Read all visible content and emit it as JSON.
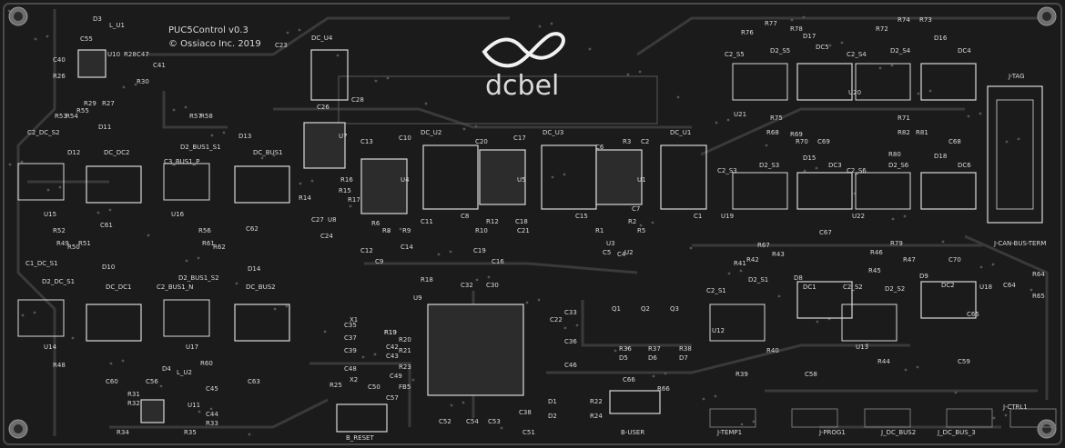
{
  "board": {
    "title": "PUC5Control v0.3",
    "copyright": "© Ossiaco Inc. 2019",
    "brand": "dcbel",
    "logo_icon": "infinity-loop-logo",
    "colors": {
      "background": "#1b1b1b",
      "silkscreen": "#d9d9d9",
      "trace": "#3a3a3a",
      "copper_fill": "#262626"
    }
  },
  "labels": [
    "D3",
    "L_U1",
    "C55",
    "U10",
    "R28",
    "C47",
    "C40",
    "R26",
    "R29",
    "R27",
    "C41",
    "R30",
    "DC_U4",
    "C23",
    "C28",
    "C26",
    "U7",
    "C13",
    "C10",
    "DC_U2",
    "C20",
    "C17",
    "DC_U3",
    "C6",
    "R3",
    "C2",
    "DC_U1",
    "U4",
    "U5",
    "U1",
    "R6",
    "R8",
    "R9",
    "C12",
    "C14",
    "C9",
    "C8",
    "R10",
    "R12",
    "C18",
    "C19",
    "C16",
    "C11",
    "C21",
    "C15",
    "R1",
    "R2",
    "R5",
    "U3",
    "C5",
    "C4",
    "U2",
    "C7",
    "C1",
    "R14",
    "R15",
    "R16",
    "R17",
    "C27",
    "U8",
    "C24",
    "R53",
    "R54",
    "R55",
    "D11",
    "C2_DC_S2",
    "D12",
    "DC_DC2",
    "U15",
    "C61",
    "R52",
    "R57",
    "R58",
    "D13",
    "D2_BUS1_S1",
    "DC_BUS1",
    "C3_BUS1_P",
    "U16",
    "R56",
    "C62",
    "R49",
    "R50",
    "R51",
    "D10",
    "C1_DC_S1",
    "D2_DC_S1",
    "DC_DC1",
    "U14",
    "R48",
    "C60",
    "R61",
    "R62",
    "D14",
    "D2_BUS1_S2",
    "C2_BUS1_N",
    "DC_BUS2",
    "U17",
    "R60",
    "C63",
    "D4",
    "L_U2",
    "C56",
    "C45",
    "R31",
    "R32",
    "U11",
    "C44",
    "R33",
    "R34",
    "R35",
    "R76",
    "R77",
    "R78",
    "D17",
    "D2_S5",
    "C2_S5",
    "DC5",
    "U21",
    "R75",
    "R74",
    "R73",
    "R72",
    "D16",
    "D2_S4",
    "C2_S4",
    "DC4",
    "U20",
    "R71",
    "R68",
    "R69",
    "R70",
    "D15",
    "D2_S3",
    "C2_S3",
    "DC3",
    "U19",
    "R67",
    "C69",
    "R82",
    "R81",
    "R80",
    "D18",
    "D2_S6",
    "C2_S6",
    "DC6",
    "U22",
    "R79",
    "C68",
    "C67",
    "R41",
    "R42",
    "R43",
    "D8",
    "D2_S1",
    "C2_S1",
    "DC1",
    "U12",
    "R40",
    "R46",
    "R47",
    "R45",
    "D9",
    "D2_S2",
    "C2_S2",
    "DC2",
    "U13",
    "R44",
    "C70",
    "C65",
    "C58",
    "C59",
    "J-TAG",
    "J-CAN-BUS-TERM",
    "U18",
    "C64",
    "R64",
    "R65",
    "R18",
    "R19",
    "C32",
    "C30",
    "U9",
    "C22",
    "C33",
    "C36",
    "C46",
    "X1",
    "C35",
    "C37",
    "C39",
    "C48",
    "R19",
    "R20",
    "R21",
    "R22",
    "R23",
    "C42",
    "C43",
    "X2",
    "C49",
    "FB5",
    "C50",
    "C57",
    "R25",
    "B_RESET",
    "C52",
    "C54",
    "C53",
    "C51",
    "C38",
    "Q1",
    "Q2",
    "Q3",
    "R36",
    "R37",
    "R38",
    "D5",
    "D6",
    "D7",
    "C66",
    "R66",
    "B-USER",
    "D1",
    "D2",
    "R24",
    "R39",
    "J-TEMP1",
    "J-PROG1",
    "J_DC_BUS2",
    "J_DC_BUS_3",
    "J-CTRL1"
  ]
}
